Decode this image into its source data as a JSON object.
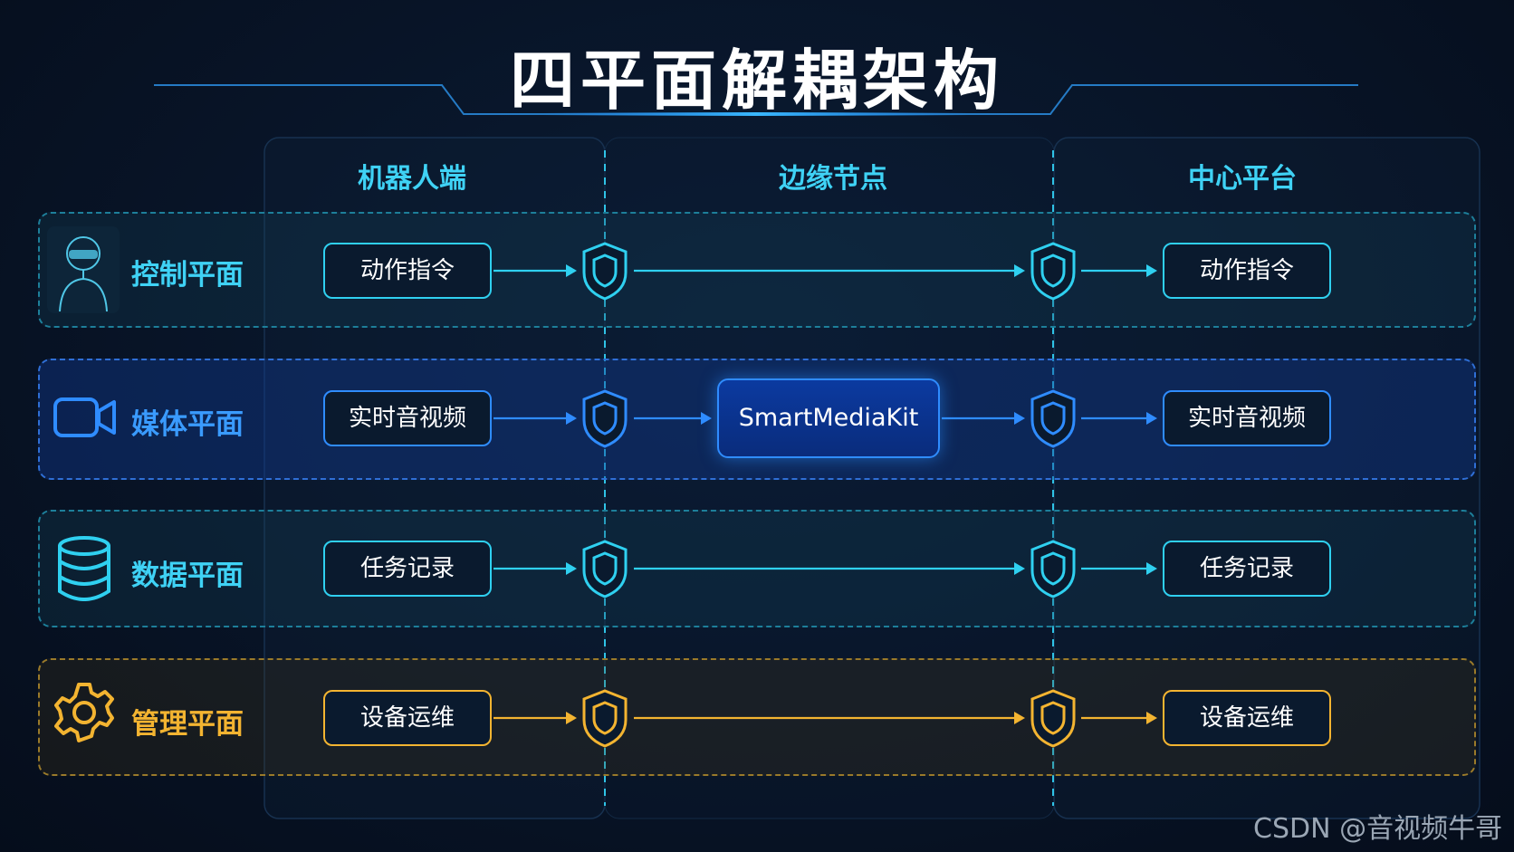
{
  "title": "四平面解耦架构",
  "columns": [
    "机器人端",
    "边缘节点",
    "中心平台"
  ],
  "colors": {
    "cyan": "#2fd0f0",
    "blue": "#2f8cff",
    "gold": "#f3b431"
  },
  "planes": [
    {
      "label": "控制平面",
      "icon": "robot-head-icon",
      "robot_node": "动作指令",
      "center_node": "动作指令",
      "color": "cyan"
    },
    {
      "label": "媒体平面",
      "icon": "video-camera-icon",
      "robot_node": "实时音视频",
      "edge_node": "SmartMediaKit",
      "center_node": "实时音视频",
      "color": "blue"
    },
    {
      "label": "数据平面",
      "icon": "database-icon",
      "robot_node": "任务记录",
      "center_node": "任务记录",
      "color": "cyan"
    },
    {
      "label": "管理平面",
      "icon": "gear-icon",
      "robot_node": "设备运维",
      "center_node": "设备运维",
      "color": "gold"
    }
  ],
  "security_icon": "shield-icon",
  "watermark": "CSDN @音视频牛哥"
}
